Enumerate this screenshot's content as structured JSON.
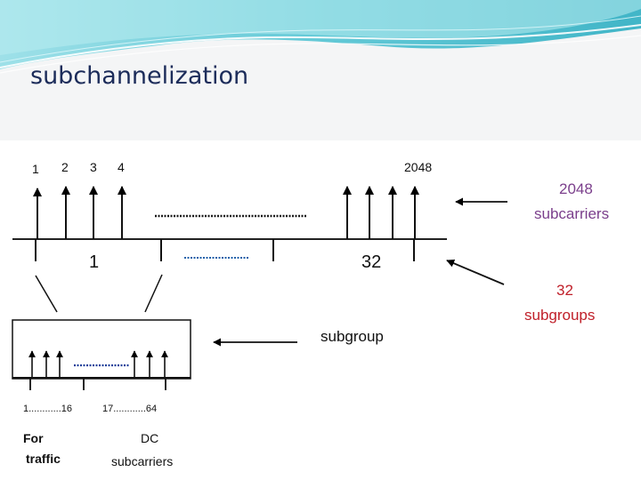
{
  "slide": {
    "title": "subchannelization"
  },
  "top_axis": {
    "carrier_labels": [
      "1",
      "2",
      "3",
      "4"
    ],
    "last_carrier_label": "2048",
    "group_labels": [
      "1",
      "32"
    ]
  },
  "callouts": {
    "subcarriers_count": "2048",
    "subcarriers_word": "subcarriers",
    "subgroups_count": "32",
    "subgroups_word": "subgroups",
    "subgroup": "subgroup"
  },
  "detail": {
    "range_left": "1............16",
    "range_right": "17............64",
    "traffic_line1": "For",
    "traffic_line2": "traffic",
    "dc_line1": "DC",
    "dc_line2": "subcarriers"
  },
  "colors": {
    "title": "#1c2c5a",
    "subcarriers_callout": "#7b3f8c",
    "subgroups_callout": "#c0202a",
    "dotted_top": "#1a1a1a",
    "dotted_group": "#1f5fa8",
    "dotted_detail": "#1f3f9a",
    "header_teal": "#2ab3c6"
  }
}
